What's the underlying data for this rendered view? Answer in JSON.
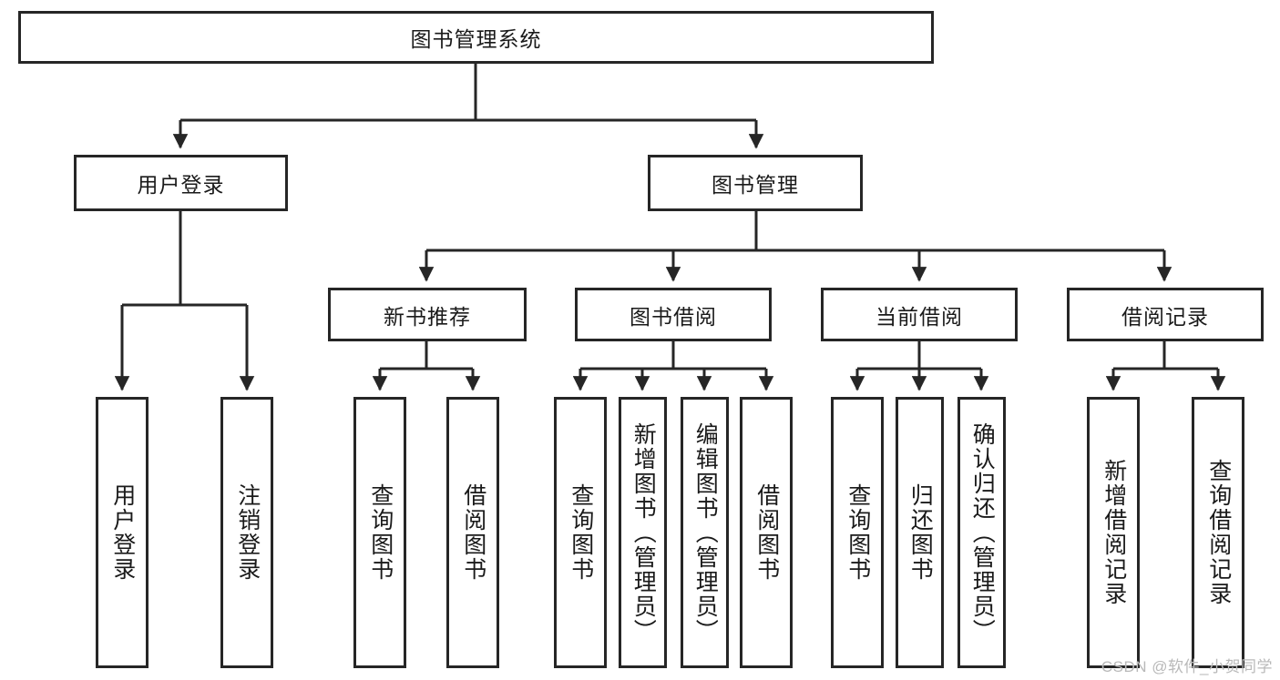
{
  "diagram": {
    "title": "图书管理系统",
    "type": "tree-hierarchy",
    "watermark": "CSDN @软件_小贺同学",
    "colors": {
      "stroke": "#262626",
      "fill": "#ffffff",
      "text": "#1a1a1a",
      "watermark": "#b9b9b9"
    },
    "nodes": {
      "root": {
        "label": "图书管理系统",
        "level": 1,
        "orientation": "horizontal"
      },
      "l2": [
        {
          "id": "user-login",
          "label": "用户登录",
          "level": 2,
          "orientation": "horizontal"
        },
        {
          "id": "book-manage",
          "label": "图书管理",
          "level": 2,
          "orientation": "horizontal"
        }
      ],
      "l3": [
        {
          "id": "new-book-rec",
          "label": "新书推荐",
          "level": 3,
          "orientation": "horizontal"
        },
        {
          "id": "book-borrow",
          "label": "图书借阅",
          "level": 3,
          "orientation": "horizontal"
        },
        {
          "id": "current-borrow",
          "label": "当前借阅",
          "level": 3,
          "orientation": "horizontal"
        },
        {
          "id": "borrow-record",
          "label": "借阅记录",
          "level": 3,
          "orientation": "horizontal"
        }
      ],
      "leaves": [
        {
          "id": "leaf-user-login",
          "label": "用户登录",
          "parent": "user-login",
          "orientation": "vertical"
        },
        {
          "id": "leaf-user-logout",
          "label": "注销登录",
          "parent": "user-login",
          "orientation": "vertical"
        },
        {
          "id": "leaf-rec-query",
          "label": "查询图书",
          "parent": "new-book-rec",
          "orientation": "vertical"
        },
        {
          "id": "leaf-rec-borrow",
          "label": "借阅图书",
          "parent": "new-book-rec",
          "orientation": "vertical"
        },
        {
          "id": "leaf-borrow-query",
          "label": "查询图书",
          "parent": "book-borrow",
          "orientation": "vertical"
        },
        {
          "id": "leaf-borrow-add",
          "label": "新增图书（管理员）",
          "parent": "book-borrow",
          "orientation": "vertical"
        },
        {
          "id": "leaf-borrow-edit",
          "label": "编辑图书（管理员）",
          "parent": "book-borrow",
          "orientation": "vertical"
        },
        {
          "id": "leaf-borrow-lend",
          "label": "借阅图书",
          "parent": "book-borrow",
          "orientation": "vertical"
        },
        {
          "id": "leaf-cur-query",
          "label": "查询图书",
          "parent": "current-borrow",
          "orientation": "vertical"
        },
        {
          "id": "leaf-cur-return",
          "label": "归还图书",
          "parent": "current-borrow",
          "orientation": "vertical"
        },
        {
          "id": "leaf-cur-confirm",
          "label": "确认归还（管理员）",
          "parent": "current-borrow",
          "orientation": "vertical"
        },
        {
          "id": "leaf-rec-add",
          "label": "新增借阅记录",
          "parent": "borrow-record",
          "orientation": "vertical"
        },
        {
          "id": "leaf-rec-search",
          "label": "查询借阅记录",
          "parent": "borrow-record",
          "orientation": "vertical"
        }
      ]
    }
  }
}
